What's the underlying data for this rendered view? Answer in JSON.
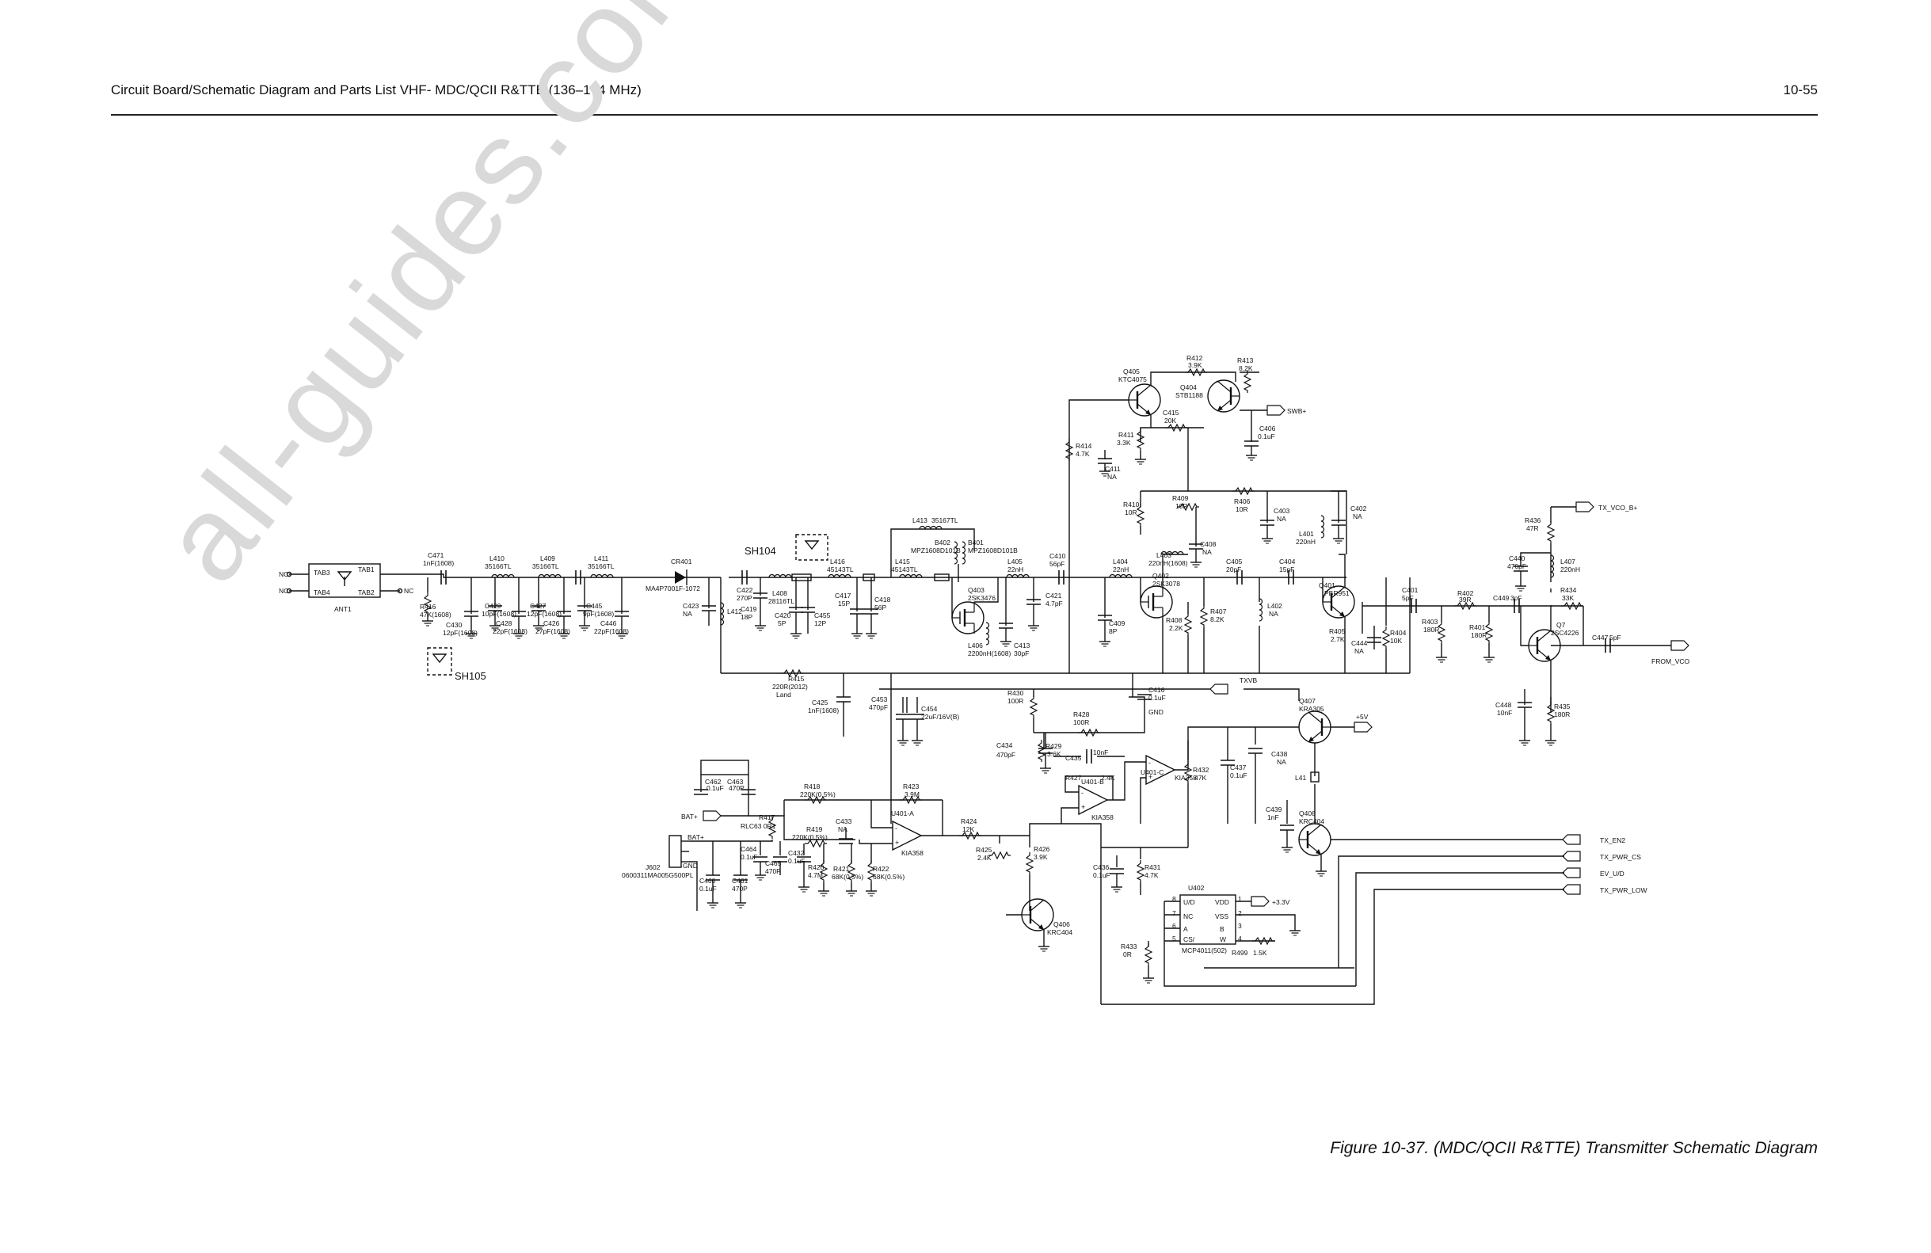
{
  "header": {
    "title": "Circuit Board/Schematic Diagram and Parts List VHF- MDC/QCII R&TTE (136–174 MHz)",
    "page_number": "10-55"
  },
  "watermark": "all-guides.com",
  "caption": "Figure 10-37. (MDC/QCII R&TTE) Transmitter Schematic Diagram",
  "schematic": {
    "nodes": {
      "nc1": "NC",
      "nc2": "NC",
      "nc3": "NC",
      "tab3": "TAB3",
      "tab4": "TAB4",
      "tab1": "TAB1",
      "tab2": "TAB2",
      "ant1": "ANT1",
      "sh104": "SH104",
      "sh105": "SH105",
      "swb": "SWB+",
      "txvb": "TXVB",
      "p5v": "+5V",
      "p33v": "+3.3V",
      "batp1": "BAT+",
      "batp2": "BAT+",
      "gnd_j": "GND",
      "j602": "J602",
      "j602_pn": "0600311MA005G500PL",
      "tx_vco_b": "TX_VCO_B+",
      "from_vco": "FROM_VCO",
      "tx_en2": "TX_EN2",
      "tx_pwr_cs": "TX_PWR_CS",
      "ev_ud": "EV_U/D",
      "tx_pwr_low": "TX_PWR_LOW"
    },
    "parts": {
      "c471": "C471",
      "c471v": "1nF(1608)",
      "r416": "R416",
      "r416v": "47K(1608)",
      "l410": "L410",
      "l410v": "35166TL",
      "l409": "L409",
      "l409v": "35166TL",
      "l411": "L411",
      "l411v": "35166TL",
      "c430": "C430",
      "c430v": "12pF(1608)",
      "c429": "C429",
      "c429v": "10pF(1608)",
      "c428": "C428",
      "c428v": "22pF(1608)",
      "c427": "C427",
      "c427v": "12pF(1608)",
      "c426": "C426",
      "c426v": "27pF(1608)",
      "c445": "C445",
      "c445v": "9pF(1608)",
      "c446": "C446",
      "c446v": "22pF(1608)",
      "cr401": "CR401",
      "cr401v": "MA4P7001F-1072",
      "c423": "C423",
      "c423v": "NA",
      "l412": "L412",
      "c422": "C422",
      "c422v": "270P",
      "c419": "C419",
      "c419v": "18P",
      "l408": "L408",
      "l408v": "28116TL",
      "c420": "C420",
      "c420v": "5P",
      "c455": "C455",
      "c455v": "12P",
      "l416": "L416",
      "l416v": "45143TL",
      "c417": "C417",
      "c417v": "15P",
      "c418": "C418",
      "c418v": "56P",
      "l413": "L413",
      "l413v": "35167TL",
      "b402": "B402",
      "b402v": "MPZ1608D101B",
      "b401": "B401",
      "b401v": "MPZ1608D101B",
      "l415": "L415",
      "l415v": "45143TL",
      "q403": "Q403",
      "q403v": "2SK3476",
      "l406": "L406",
      "l406v": "2200nH(1608)",
      "l405": "L405",
      "l405v": "22nH",
      "c413": "C413",
      "c413v": "30pF",
      "c410": "C410",
      "c410v": "56pF",
      "c421": "C421",
      "c421v": "4.7pF",
      "l404": "L404",
      "l404v": "22nH",
      "c409": "C409",
      "c409v": "8P",
      "q402": "Q402",
      "q402v": "2SK3078",
      "l403": "L403",
      "l403v": "220nH(1608)",
      "r408": "R408",
      "r408v": "2.2K",
      "r407": "R407",
      "r407v": "8.2K",
      "c405": "C405",
      "c405v": "20pF",
      "l402": "L402",
      "l402v": "NA",
      "c404": "C404",
      "c404v": "15pF",
      "q401": "Q401",
      "q401v": "PBR951",
      "r405": "R405",
      "r405v": "2.7K",
      "c444": "C444",
      "c444v": "NA",
      "r404": "R404",
      "r404v": "10K",
      "c401": "C401",
      "c401v": "5pF",
      "r402": "R402",
      "r402v": "39R",
      "r403": "R403",
      "r403v": "180R",
      "r401": "R401",
      "r401v": "180R",
      "c449": "C449",
      "c449v": "3pF",
      "r434": "R434",
      "r434v": "33K",
      "q7": "Q7",
      "q7v": "2SC4226",
      "c447": "C447",
      "c447v": "5pF",
      "r436": "R436",
      "r436v": "47R",
      "c440": "C440",
      "c440v": "470pF",
      "l407": "L407",
      "l407v": "220nH",
      "c448": "C448",
      "c448v": "10nF",
      "r435": "R435",
      "r435v": "180R",
      "q405": "Q405",
      "q405v": "KTC4075",
      "q404": "Q404",
      "q404v": "STB1188",
      "r412": "R412",
      "r412v": "3.9K",
      "r413": "R413",
      "r413v": "8.2K",
      "c415": "C415",
      "c415v": "20K",
      "c406": "C406",
      "c406v": "0.1uF",
      "r411": "R411",
      "r411v": "3.3K",
      "r414": "R414",
      "r414v": "4.7K",
      "c411": "C411",
      "c411v": "NA",
      "r410": "R410",
      "r410v": "10R",
      "r409": "R409",
      "r409v": "10R",
      "r406": "R406",
      "r406v": "10R",
      "c403": "C403",
      "c403v": "NA",
      "c408": "C408",
      "c408v": "NA",
      "c402": "C402",
      "c402v": "NA",
      "l401": "L401",
      "l401v": "220nH",
      "r415": "R415",
      "r415v": "220R(2012)",
      "r415n": "Land",
      "c425": "C425",
      "c425v": "1nF(1608)",
      "c453": "C453",
      "c453v": "470pF",
      "c454": "C454",
      "c454v": "22uF/16V(B)",
      "r430": "R430",
      "r430v": "100R",
      "r428": "R428",
      "r428v": "100R",
      "c434": "C434",
      "c434v": "470pF",
      "r429": "R429",
      "r429v": "3.6K",
      "c435": "C435",
      "c435v": "10nF",
      "c416": "C416",
      "c416v": "0.1uF",
      "c416n": "GND",
      "r427": "R427",
      "r427v": "2.4K",
      "u401b": "U401-B",
      "u401bv": "KIA358",
      "u401c": "U401-C",
      "u401cv": "KIA358",
      "r432": "R432",
      "r432v": "47K",
      "c437": "C437",
      "c437v": "0.1uF",
      "c438": "C438",
      "c438v": "NA",
      "c439": "C439",
      "c439v": "1nF",
      "q407": "Q407",
      "q407v": "KRA305",
      "l41": "L41",
      "q408": "Q408",
      "q408v": "KRC404",
      "c462": "C462",
      "c462v": "0.1uF",
      "c463": "C463",
      "c463v": "470P",
      "r417": "R417",
      "r417v": "RLC63 0R1",
      "r418": "R418",
      "r418v": "220K(0.5%)",
      "r419": "R419",
      "r419v": "220K(0.5%)",
      "r423": "R423",
      "r423v": "3.9M",
      "c433": "C433",
      "c433v": "NA",
      "u401a": "U401-A",
      "u401av": "KIA358",
      "c432": "C432",
      "c432v": "0.1uF",
      "r420": "R420",
      "r420v": "4.7M",
      "r421": "R421",
      "r421v": "68K(0.5%)",
      "r422": "R422",
      "r422v": "68K(0.5%)",
      "c464": "C464",
      "c464v": "0.1uF",
      "c465": "C465",
      "c465v": "470P",
      "c460": "C460",
      "c460v": "0.1uF",
      "c461": "C461",
      "c461v": "470P",
      "r424": "R424",
      "r424v": "12K",
      "r425": "R425",
      "r425v": "2.4K",
      "r426": "R426",
      "r426v": "3.9K",
      "q406": "Q406",
      "q406v": "KRC404",
      "c436": "C436",
      "c436v": "0.1uF",
      "r431": "R431",
      "r431v": "4.7K",
      "u402": "U402",
      "u402v": "MCP4011(502)",
      "r433": "R433",
      "r433v": "0R",
      "r499": "R499",
      "r499v": "1.5K",
      "pin_ud": "U/D",
      "pin_vdd": "VDD",
      "pin_nc": "NC",
      "pin_vss": "VSS",
      "pin_cs": "CS/",
      "pin_w": "W",
      "pin_a": "A",
      "pin_b": "B",
      "pin8": "8",
      "pin7": "7",
      "pin6": "6",
      "pin5": "5",
      "pin1": "1",
      "pin2": "2",
      "pin3": "3",
      "pin4": "4"
    }
  }
}
